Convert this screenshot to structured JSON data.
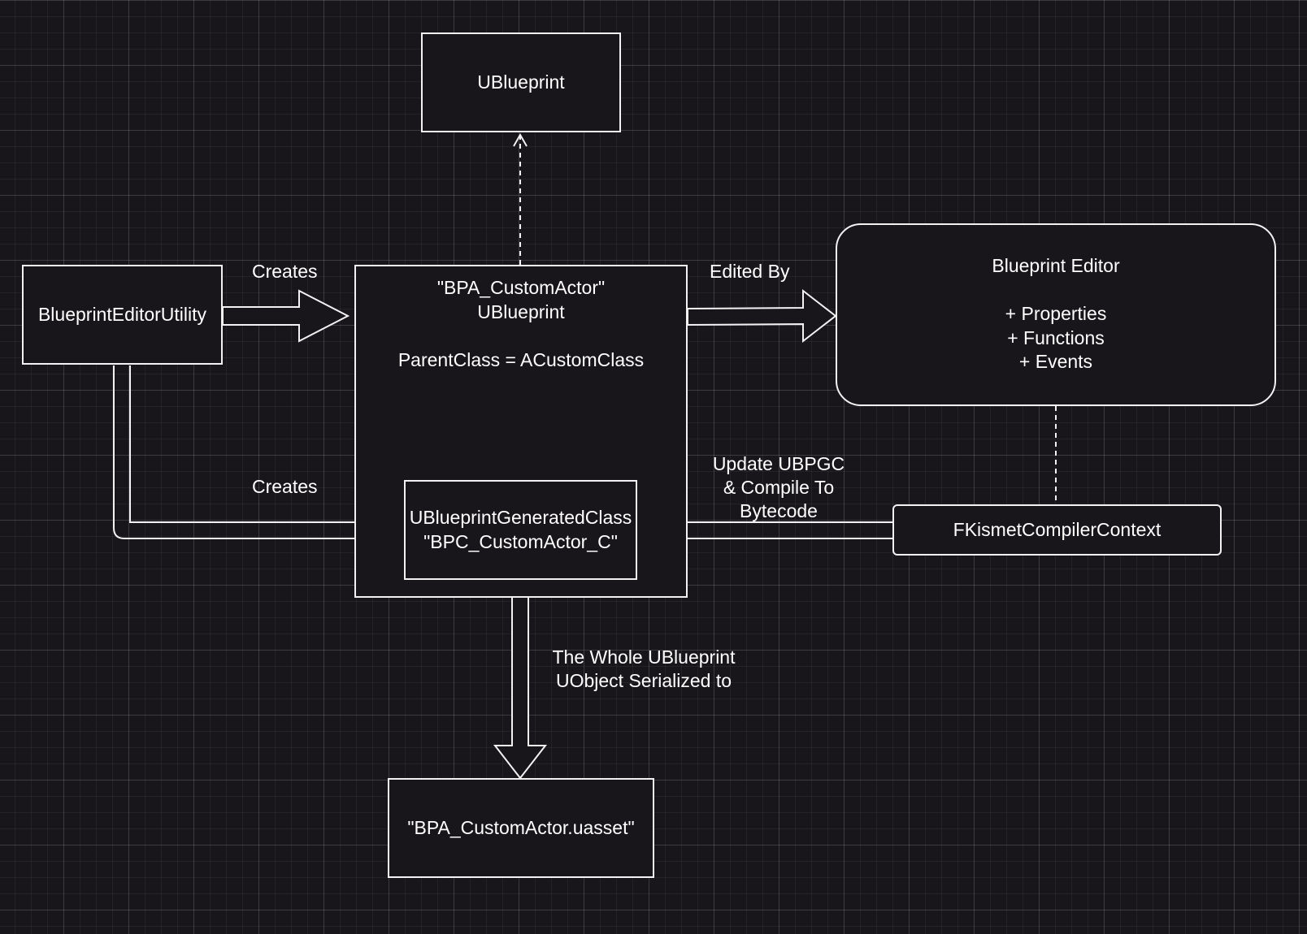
{
  "nodes": {
    "ublueprint": {
      "label": "UBlueprint"
    },
    "editor_utility": {
      "label": "BlueprintEditorUtility"
    },
    "custom_actor": {
      "lines": [
        "\"BPA_CustomActor\"",
        "UBlueprint",
        "",
        "ParentClass = ACustomClass"
      ]
    },
    "generated_class": {
      "lines": [
        "UBlueprintGeneratedClass",
        "\"BPC_CustomActor_C\""
      ]
    },
    "blueprint_editor": {
      "lines": [
        "Blueprint Editor",
        "",
        "+ Properties",
        "+ Functions",
        "+ Events"
      ]
    },
    "compiler_context": {
      "label": "FKismetCompilerContext"
    },
    "uasset": {
      "label": "\"BPA_CustomActor.uasset\""
    }
  },
  "edges": {
    "creates_blueprint": {
      "label": "Creates"
    },
    "creates_generated_class": {
      "label": "Creates"
    },
    "edited_by": {
      "label": "Edited By"
    },
    "update_compile": {
      "lines": [
        "Update UBPGC",
        "& Compile To",
        "Bytecode"
      ]
    },
    "serialized": {
      "lines": [
        "The Whole UBlueprint",
        "UObject Serialized to"
      ]
    }
  },
  "colors": {
    "background": "#18161b",
    "stroke": "#f2f2f2",
    "text": "#ffffff"
  }
}
